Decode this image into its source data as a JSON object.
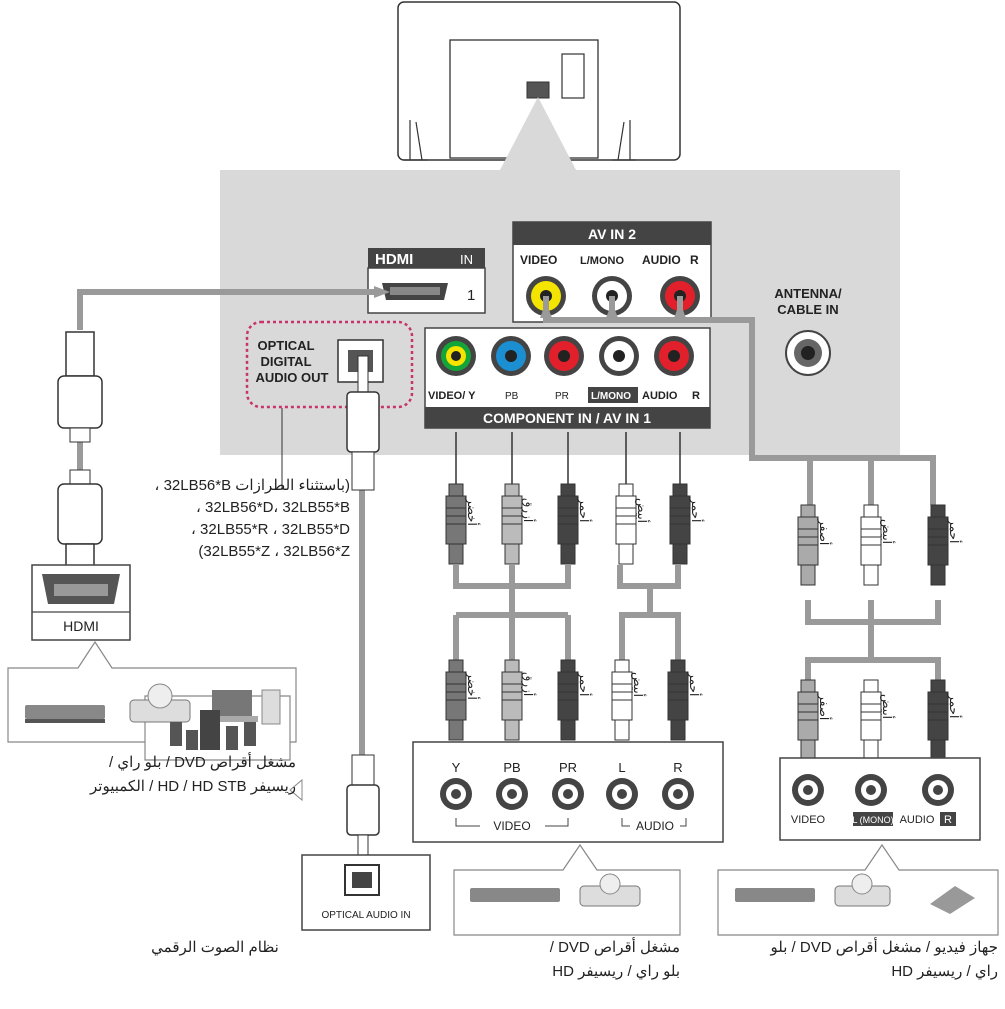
{
  "tv_panel": {
    "hdmi_logo": "HDMI",
    "hdmi_in": "IN",
    "hdmi_port": "1",
    "optical_line1": "OPTICAL",
    "optical_line2": "DIGITAL",
    "optical_line3": "AUDIO OUT",
    "av2_title": "AV IN 2",
    "av2_video": "VIDEO",
    "av2_lmono": "L/MONO",
    "av2_audio": "AUDIO",
    "av2_r": "R",
    "component_video_y": "VIDEO/ Y",
    "component_pb": "PB",
    "component_pr": "PR",
    "component_lmono": "L/MONO",
    "component_audio": "AUDIO",
    "component_r": "R",
    "component_title": "COMPONENT IN / AV IN 1",
    "antenna_line1": "ANTENNA/",
    "antenna_line2": "CABLE IN"
  },
  "hdmi_device": {
    "port_label": "HDMI",
    "caption_line1": "مشغل أقراص DVD / بلو راي /",
    "caption_line2": "ريسيفر HD / HD STB / الكمبيوتر"
  },
  "exception_note": {
    "line1": "(باستثناء الطرازات 32LB56*B ،",
    "line2": "32LB56*D، 32LB55*B ،",
    "line3": "32LB55*R ، 32LB55*D ،",
    "line4": "32LB55*Z ، 32LB56*Z)"
  },
  "optical_device": {
    "port_label": "OPTICAL AUDIO IN",
    "caption": "نظام الصوت الرقمي"
  },
  "component_device": {
    "y": "Y",
    "pb": "PB",
    "pr": "PR",
    "l": "L",
    "r": "R",
    "video_label": "VIDEO",
    "audio_label": "AUDIO",
    "caption_line1": "مشغل أقراص DVD /",
    "caption_line2": "بلو راي / ريسيفر HD"
  },
  "av_device": {
    "video": "VIDEO",
    "lmono": "L (MONO)",
    "audio": "AUDIO",
    "r": "R",
    "caption_line1": "جهاز فيديو / مشغل أقراص DVD / بلو",
    "caption_line2": "راي / ريسيفر HD"
  },
  "cable_colors": {
    "green": "أخضر",
    "blue": "أزرق",
    "red": "أحمر",
    "white": "أبيض",
    "yellow": "أصفر"
  },
  "colors": {
    "panel": "#d9d9d9",
    "cable": "#9a9a9a",
    "dotted_outline": "#c8336a",
    "jack_yellow": "#f4e400",
    "jack_green": "#13a538",
    "jack_blue": "#1b8fd2",
    "jack_red": "#e2202c"
  }
}
